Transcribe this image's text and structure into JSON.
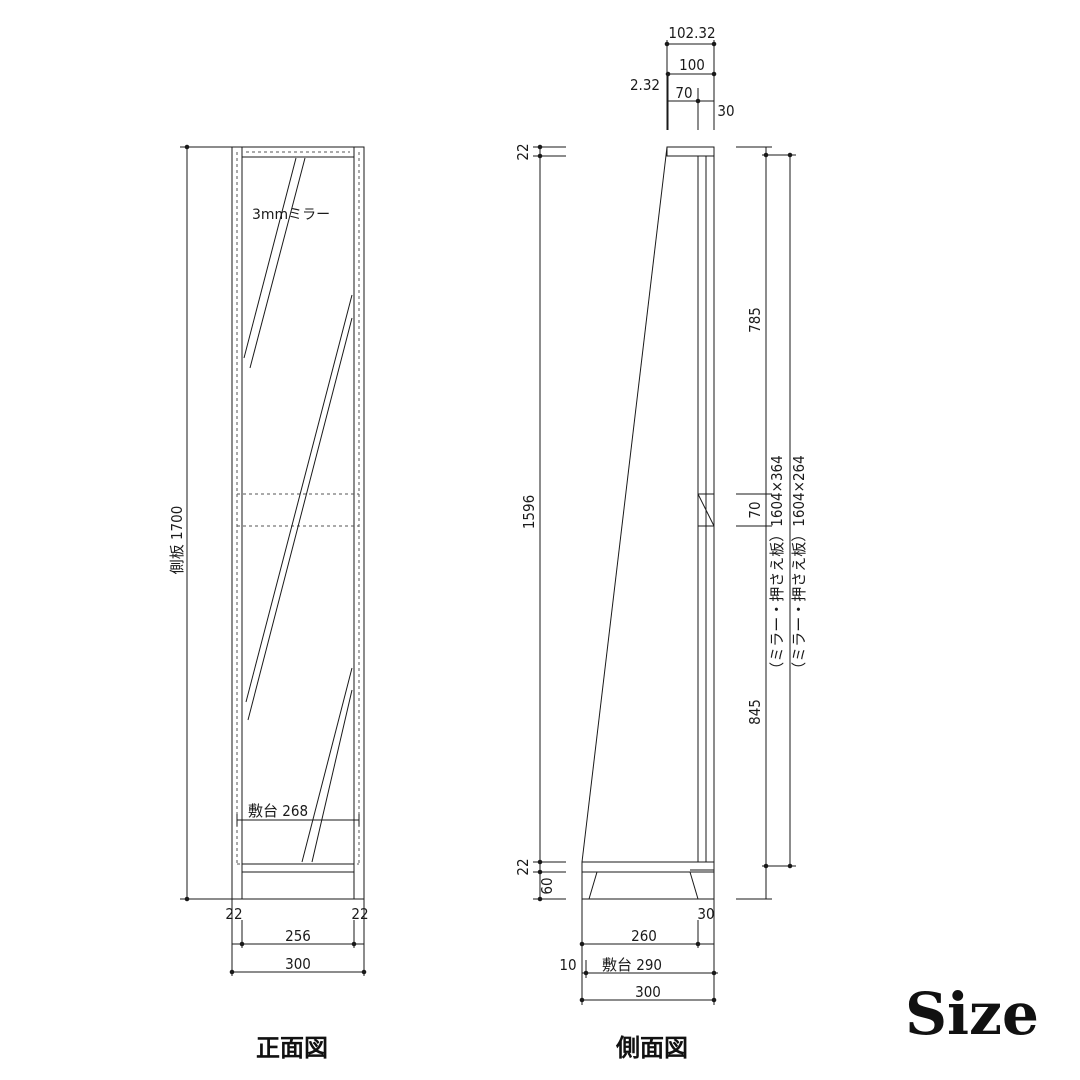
{
  "front": {
    "caption": "正面図",
    "side_panel_label": "側板 1700",
    "mirror_label": "3mmミラー",
    "base_label": "敷台 268",
    "dims": {
      "left_panel": "22",
      "right_panel": "22",
      "inner_width": "256",
      "total_width": "300"
    }
  },
  "side": {
    "caption": "側面図",
    "top_dims": {
      "total": "102.32",
      "board": "100",
      "offset": "2.32",
      "inner": "70",
      "gap": "30"
    },
    "heights": {
      "top": "22",
      "panel": "1596",
      "bottom": "22",
      "base": "60"
    },
    "right_dims": {
      "upper": "785",
      "middle": "70",
      "lower": "845"
    },
    "mirror_note_1": "（ミラー・押さえ板）1604×364",
    "mirror_note_2": "（ミラー・押さえ板）1604×264",
    "bottom_dims": {
      "depth_30": "30",
      "depth_260": "260",
      "offset_10": "10",
      "base_290": "敷台 290",
      "total_300": "300"
    }
  },
  "brand": "Size",
  "colors": {
    "line": "#1a1a1a",
    "hidden": "#555555"
  }
}
